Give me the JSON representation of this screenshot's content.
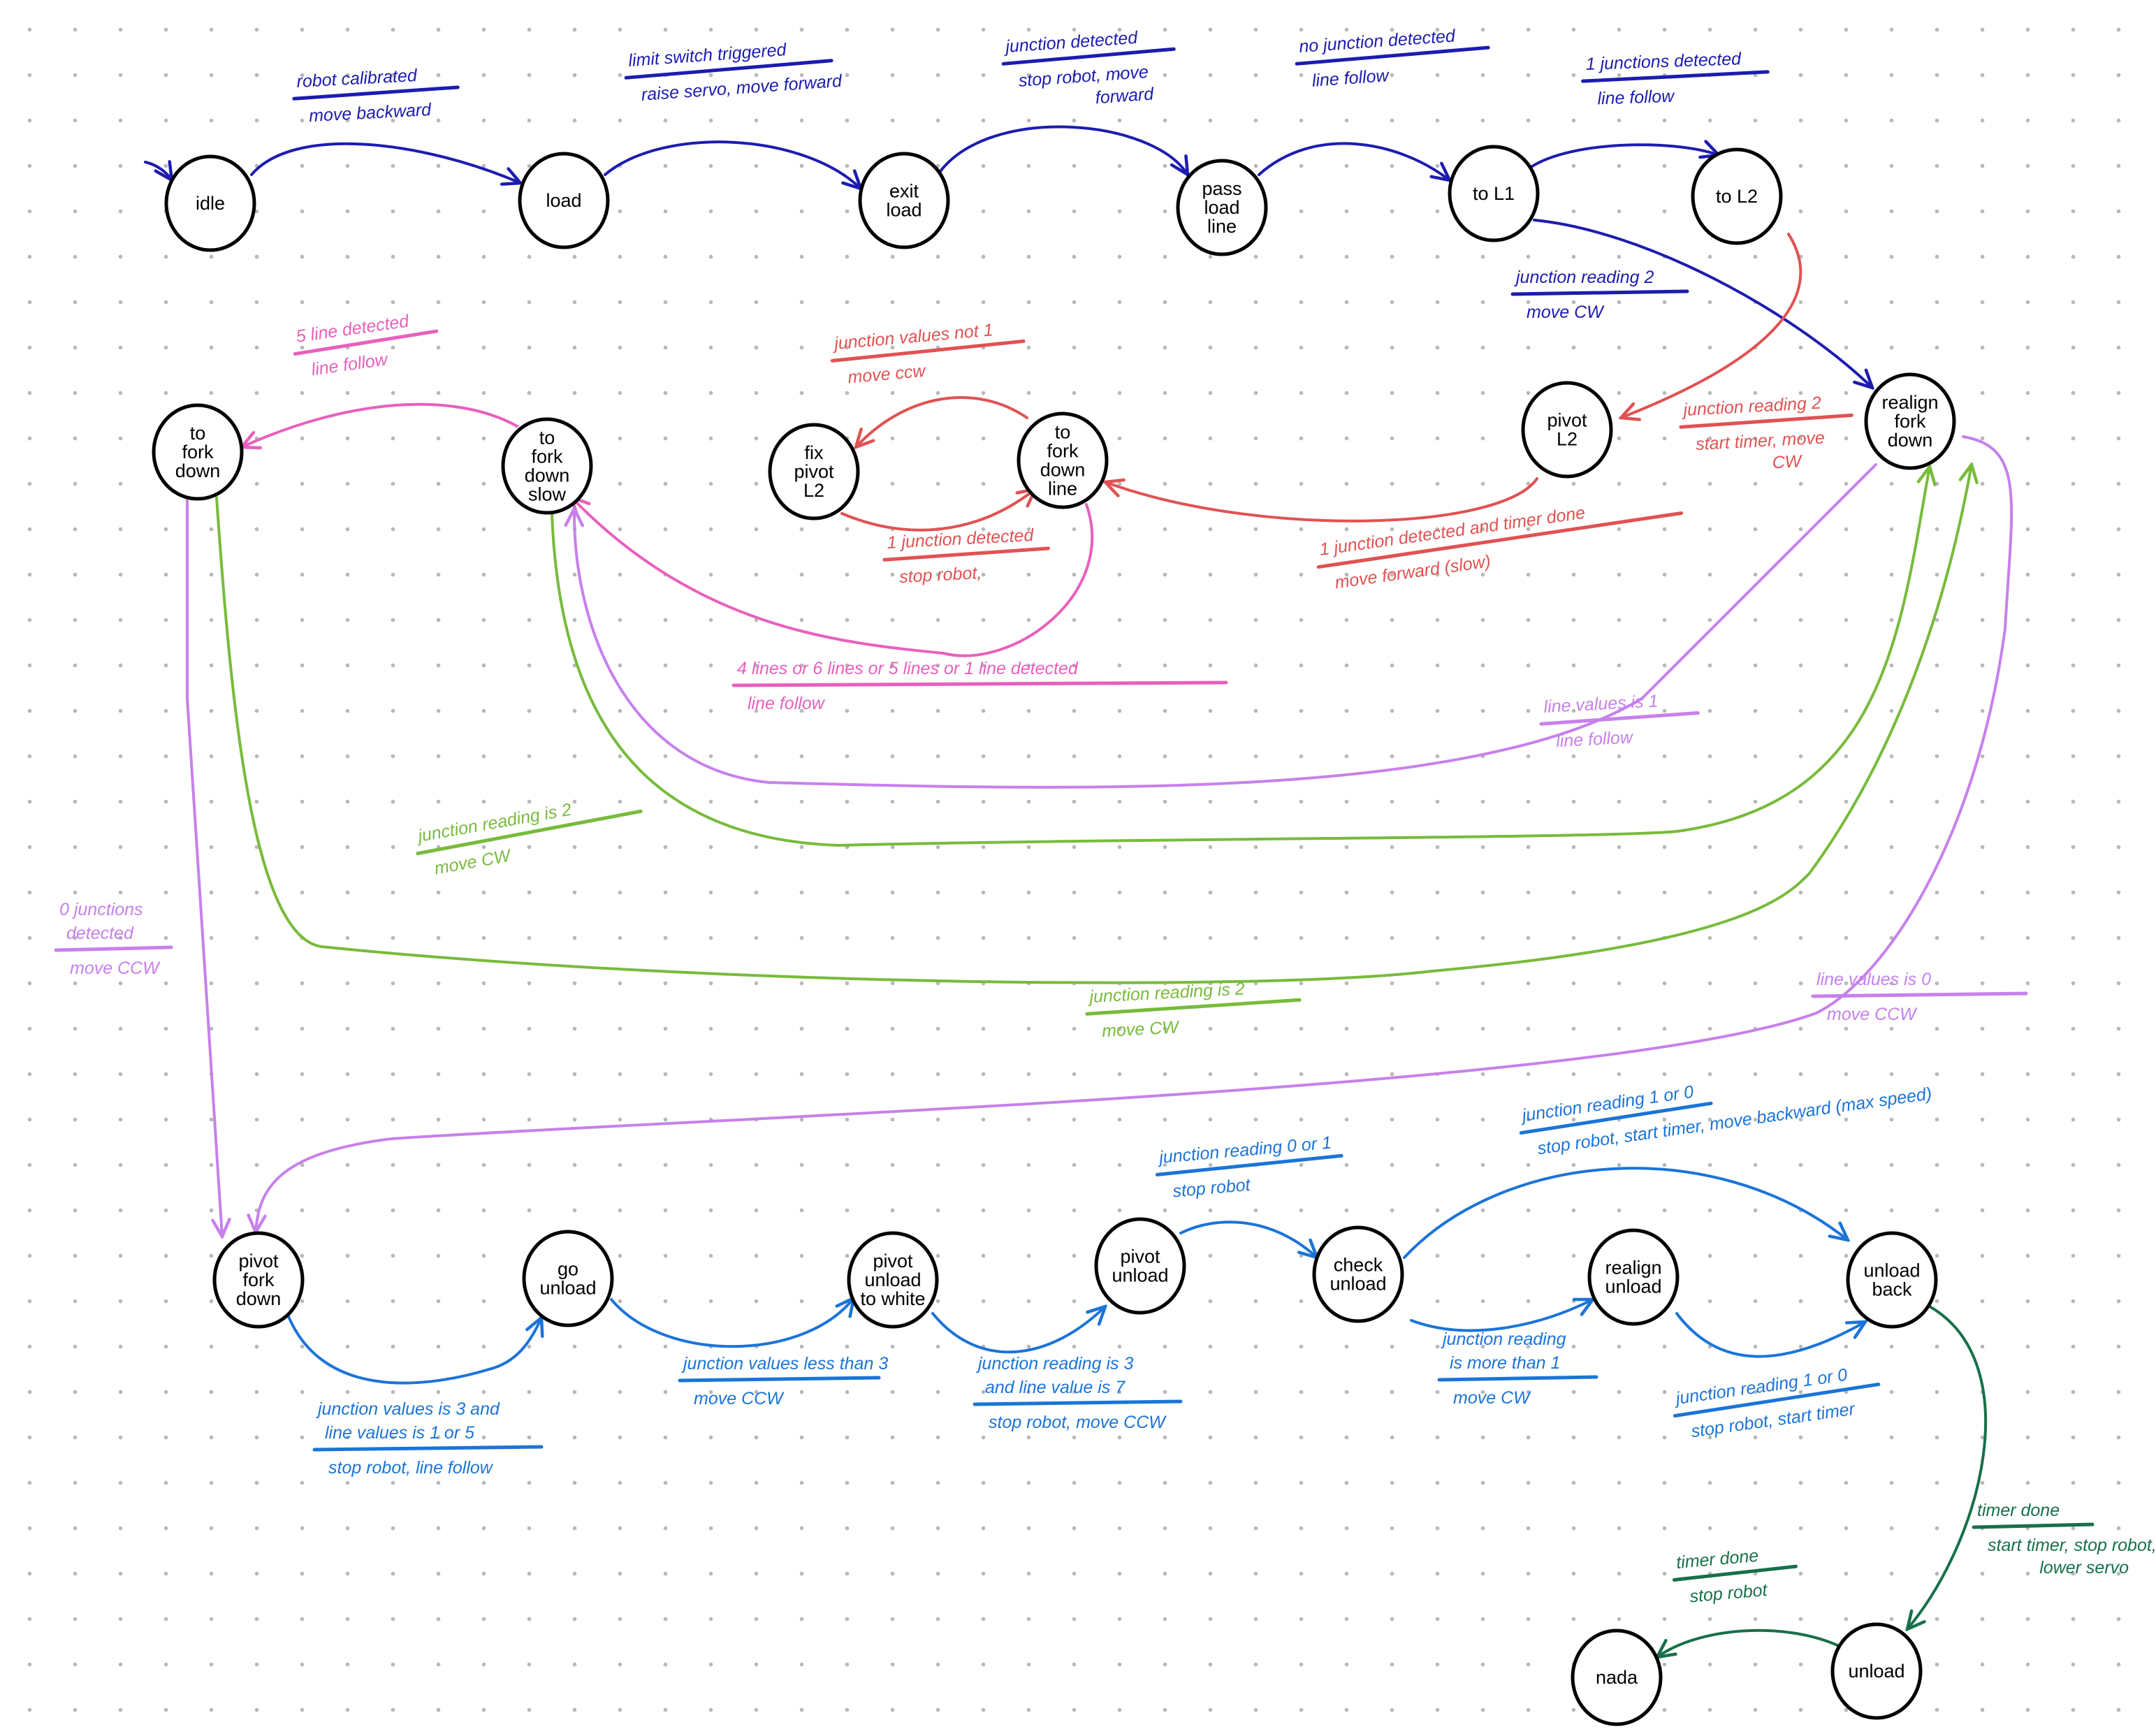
{
  "colors": {
    "navy": "#1c1cb0",
    "red": "#e05252",
    "pink": "#e860bd",
    "purple": "#c681ec",
    "green": "#78bb3c",
    "blue": "#1b74d8",
    "darkgreen": "#17704a",
    "node": "#000000"
  },
  "nodes": [
    {
      "id": "idle",
      "lines": [
        "idle"
      ]
    },
    {
      "id": "load",
      "lines": [
        "load"
      ]
    },
    {
      "id": "exit-load",
      "lines": [
        "exit",
        "load"
      ]
    },
    {
      "id": "pass-load-line",
      "lines": [
        "pass",
        "load",
        "line"
      ]
    },
    {
      "id": "to-l1",
      "lines": [
        "to L1"
      ]
    },
    {
      "id": "to-l2",
      "lines": [
        "to L2"
      ]
    },
    {
      "id": "to-fork-down",
      "lines": [
        "to",
        "fork",
        "down"
      ]
    },
    {
      "id": "to-fork-down-slow",
      "lines": [
        "to",
        "fork",
        "down",
        "slow"
      ]
    },
    {
      "id": "fix-pivot-l2",
      "lines": [
        "fix",
        "pivot",
        "L2"
      ]
    },
    {
      "id": "to-fork-down-line",
      "lines": [
        "to",
        "fork",
        "down",
        "line"
      ]
    },
    {
      "id": "pivot-l2",
      "lines": [
        "pivot",
        "L2"
      ]
    },
    {
      "id": "realign-fork-down",
      "lines": [
        "realign",
        "fork",
        "down"
      ]
    },
    {
      "id": "pivot-fork-down",
      "lines": [
        "pivot",
        "fork",
        "down"
      ]
    },
    {
      "id": "go-unload",
      "lines": [
        "go",
        "unload"
      ]
    },
    {
      "id": "pivot-unload-to-white",
      "lines": [
        "pivot",
        "unload",
        "to white"
      ]
    },
    {
      "id": "pivot-unload",
      "lines": [
        "pivot",
        "unload"
      ]
    },
    {
      "id": "check-unload",
      "lines": [
        "check",
        "unload"
      ]
    },
    {
      "id": "realign-unload",
      "lines": [
        "realign",
        "unload"
      ]
    },
    {
      "id": "unload-back",
      "lines": [
        "unload",
        "back"
      ]
    },
    {
      "id": "unload",
      "lines": [
        "unload"
      ]
    },
    {
      "id": "nada",
      "lines": [
        "nada"
      ]
    }
  ],
  "edges": [
    {
      "from": "start",
      "to": "idle",
      "color": "navy",
      "condition": [],
      "action": []
    },
    {
      "from": "idle",
      "to": "load",
      "color": "navy",
      "condition": [
        "robot calibrated"
      ],
      "action": [
        "move backward"
      ]
    },
    {
      "from": "load",
      "to": "exit-load",
      "color": "navy",
      "condition": [
        "limit switch triggered"
      ],
      "action": [
        "raise servo, move forward"
      ]
    },
    {
      "from": "exit-load",
      "to": "pass-load-line",
      "color": "navy",
      "condition": [
        "junction detected"
      ],
      "action": [
        "stop robot, move",
        "forward"
      ]
    },
    {
      "from": "pass-load-line",
      "to": "to-l1",
      "color": "navy",
      "condition": [
        "no junction detected"
      ],
      "action": [
        "line follow"
      ]
    },
    {
      "from": "to-l1",
      "to": "to-l2",
      "color": "navy",
      "condition": [
        "1 junctions detected"
      ],
      "action": [
        "line follow"
      ]
    },
    {
      "from": "to-l1",
      "to": "realign-fork-down",
      "color": "navy",
      "condition": [
        "junction reading 2"
      ],
      "action": [
        "move CW"
      ]
    },
    {
      "from": "to-l2",
      "to": "pivot-l2",
      "color": "red",
      "condition": [
        "junction reading 2"
      ],
      "action": [
        "start timer, move",
        "CW"
      ]
    },
    {
      "from": "pivot-l2",
      "to": "to-fork-down-line",
      "color": "red",
      "condition": [
        "1 junction detected and timer done"
      ],
      "action": [
        "move forward (slow)"
      ]
    },
    {
      "from": "to-fork-down-line",
      "to": "fix-pivot-l2",
      "color": "red",
      "condition": [
        "junction values not 1"
      ],
      "action": [
        "move ccw"
      ]
    },
    {
      "from": "fix-pivot-l2",
      "to": "to-fork-down-line",
      "color": "red",
      "condition": [
        "1 junction detected"
      ],
      "action": [
        "stop robot,"
      ]
    },
    {
      "from": "to-fork-down-line",
      "to": "to-fork-down-slow",
      "color": "pink",
      "condition": [
        "4 lines or 6 lines or 5 lines or 1 line detected"
      ],
      "action": [
        "line follow"
      ]
    },
    {
      "from": "to-fork-down-slow",
      "to": "to-fork-down",
      "color": "pink",
      "condition": [
        "5 line detected"
      ],
      "action": [
        "line follow"
      ]
    },
    {
      "from": "realign-fork-down",
      "to": "to-fork-down-slow",
      "color": "purple",
      "condition": [
        "line values is 1"
      ],
      "action": [
        "line follow"
      ]
    },
    {
      "from": "to-fork-down-slow",
      "to": "realign-fork-down",
      "color": "green",
      "condition": [
        "junction reading is 2"
      ],
      "action": [
        "move CW"
      ]
    },
    {
      "from": "to-fork-down",
      "to": "realign-fork-down",
      "color": "green",
      "condition": [
        "junction reading is 2"
      ],
      "action": [
        "move CW"
      ]
    },
    {
      "from": "to-fork-down",
      "to": "pivot-fork-down",
      "color": "purple",
      "condition": [
        "0 junctions",
        "detected"
      ],
      "action": [
        "move CCW"
      ]
    },
    {
      "from": "realign-fork-down",
      "to": "pivot-fork-down",
      "color": "purple",
      "condition": [
        "line values is 0"
      ],
      "action": [
        "move CCW"
      ]
    },
    {
      "from": "pivot-fork-down",
      "to": "go-unload",
      "color": "blue",
      "condition": [
        "junction values is 3 and",
        "line values is 1 or 5"
      ],
      "action": [
        "stop robot, line follow"
      ]
    },
    {
      "from": "go-unload",
      "to": "pivot-unload-to-white",
      "color": "blue",
      "condition": [
        "junction values less than 3"
      ],
      "action": [
        "move CCW"
      ]
    },
    {
      "from": "pivot-unload-to-white",
      "to": "pivot-unload",
      "color": "blue",
      "condition": [
        "junction reading is 3",
        "and line value is 7"
      ],
      "action": [
        "stop robot, move CCW"
      ]
    },
    {
      "from": "pivot-unload",
      "to": "check-unload",
      "color": "blue",
      "condition": [
        "junction reading 0 or 1"
      ],
      "action": [
        "stop robot"
      ]
    },
    {
      "from": "check-unload",
      "to": "unload-back",
      "color": "blue",
      "condition": [
        "junction reading 1 or 0"
      ],
      "action": [
        "stop robot, start timer, move backward (max speed)"
      ]
    },
    {
      "from": "check-unload",
      "to": "realign-unload",
      "color": "blue",
      "condition": [
        "junction reading",
        "is more than 1"
      ],
      "action": [
        "move CW"
      ]
    },
    {
      "from": "realign-unload",
      "to": "unload-back",
      "color": "blue",
      "condition": [
        "junction reading 1 or 0"
      ],
      "action": [
        "stop robot, start timer"
      ]
    },
    {
      "from": "unload-back",
      "to": "unload",
      "color": "darkgreen",
      "condition": [
        "timer done"
      ],
      "action": [
        "start timer, stop robot,",
        "lower servo"
      ]
    },
    {
      "from": "unload",
      "to": "nada",
      "color": "darkgreen",
      "condition": [
        "timer done"
      ],
      "action": [
        "stop robot"
      ]
    }
  ]
}
